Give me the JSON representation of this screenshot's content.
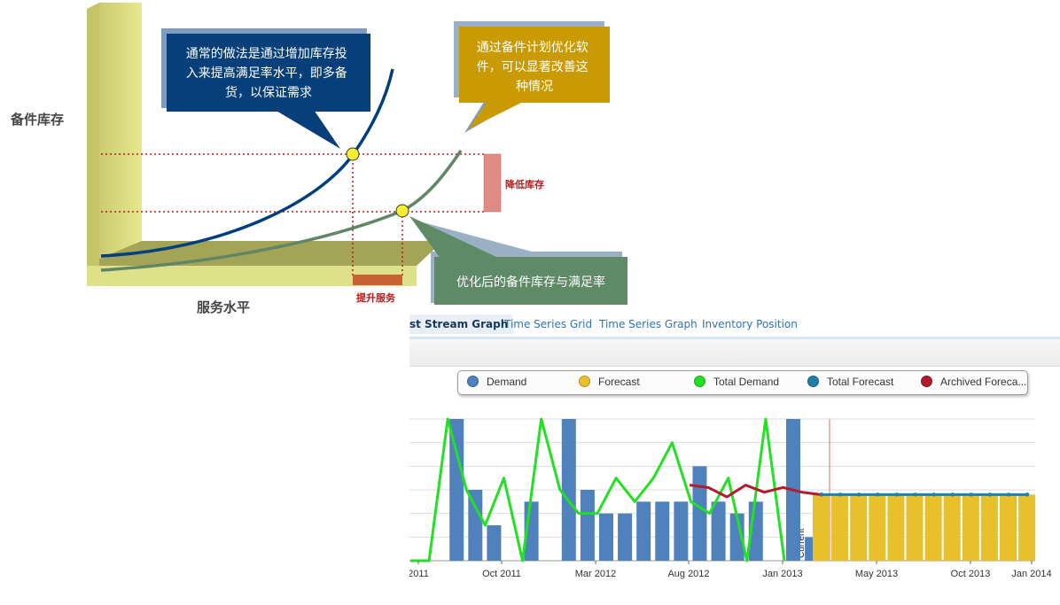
{
  "diagram": {
    "y_axis_label": "备件库存",
    "x_axis_label": "服务水平",
    "callout_blue": [
      "通常的做法是通过增加库存投",
      "入来提高满足率水平，即多备",
      "货，以保证需求"
    ],
    "callout_gold": [
      "通过备件计划优化软",
      "件，可以显著改善这",
      "种情况"
    ],
    "callout_green": "优化后的备件库存与满足率",
    "reduce_label": "降低库存",
    "improve_label": "提升服务",
    "colors": {
      "wall": "#dfe08a",
      "floor": "#a4a456",
      "blue_curve": "#003f7f",
      "green_curve": "#5f8766",
      "callout_blue": "#063f7a",
      "callout_gold": "#c99a02",
      "callout_green": "#5e8b66",
      "marker_red": "#e08a84",
      "marker_orange": "#c76332"
    }
  },
  "tabs": [
    "st Stream Graph",
    "Time Series Grid",
    "Time Series Graph",
    "Inventory Position"
  ],
  "legend": [
    {
      "label": "Demand",
      "color": "#4f81bd"
    },
    {
      "label": "Forecast",
      "color": "#e8c02c"
    },
    {
      "label": "Total Demand",
      "color": "#22e022"
    },
    {
      "label": "Total Forecast",
      "color": "#1f80a8"
    },
    {
      "label": "Archived Foreca...",
      "color": "#b01c2e"
    }
  ],
  "chart_data": {
    "type": "bar",
    "x_tick_labels": [
      "2011",
      "Oct 2011",
      "Mar 2012",
      "Aug 2012",
      "Jan 2013",
      "May 2013",
      "Oct 2013",
      "Jan 2014"
    ],
    "current_label": "Current",
    "ylim": [
      0,
      6
    ],
    "grid": true,
    "demand": [
      0,
      0,
      6,
      3,
      1.5,
      0,
      2.5,
      0,
      6,
      3,
      2,
      2,
      2.5,
      2.5,
      2.5,
      4,
      2.5,
      2,
      2.5,
      0,
      6,
      1
    ],
    "total_demand": [
      0,
      0,
      6,
      3,
      1.5,
      3.5,
      0,
      6,
      3,
      2,
      2,
      3.5,
      2.5,
      3.5,
      5,
      2.5,
      2,
      3.5,
      0,
      6,
      0
    ],
    "forecast": [
      2.8,
      2.8,
      2.8,
      2.8,
      2.8,
      2.8,
      2.8,
      2.8,
      2.8,
      2.8,
      2.8,
      2.8
    ],
    "total_forecast": [
      2.8,
      2.8,
      2.8,
      2.8,
      2.8,
      2.8,
      2.8,
      2.8,
      2.8,
      2.8,
      2.8,
      2.8
    ],
    "archived_forecast": [
      3.2,
      3.1,
      2.7,
      3.2,
      2.9,
      3.1,
      2.9,
      2.8
    ]
  }
}
